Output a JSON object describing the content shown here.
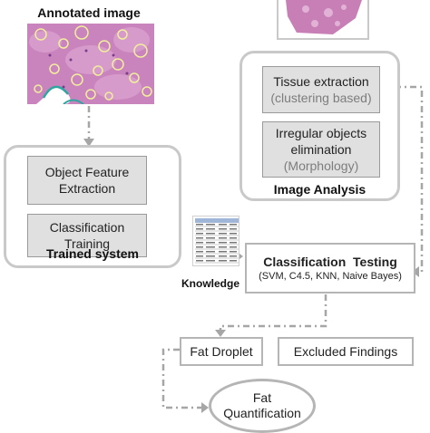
{
  "annotated_image_title": "Annotated image",
  "image_analysis": {
    "title": "Image Analysis",
    "tissue_extraction_line1": "Tissue extraction",
    "tissue_extraction_line2": "(clustering based)",
    "irregular_line1": "Irregular objects",
    "irregular_line2": "elimination",
    "irregular_line3": "(Morphology)"
  },
  "trained_system": {
    "title": "Trained system",
    "feature_line1": "Object Feature",
    "feature_line2": "Extraction",
    "training_line1": "Classification",
    "training_line2": "Training"
  },
  "knowledge_label": "Knowledge",
  "classification_testing": {
    "title": "Classification  Testing",
    "methods": "(SVM, C4.5, KNN, Naive Bayes)"
  },
  "fat_droplet": "Fat Droplet",
  "excluded_findings": "Excluded Findings",
  "fat_quantification_line1": "Fat",
  "fat_quantification_line2": "Quantification",
  "colors": {
    "panel_border": "#c9c9c9",
    "box_fill": "#e0e0e0",
    "connector": "#a6a6a6",
    "tissue_pink": "#c77fb6"
  }
}
